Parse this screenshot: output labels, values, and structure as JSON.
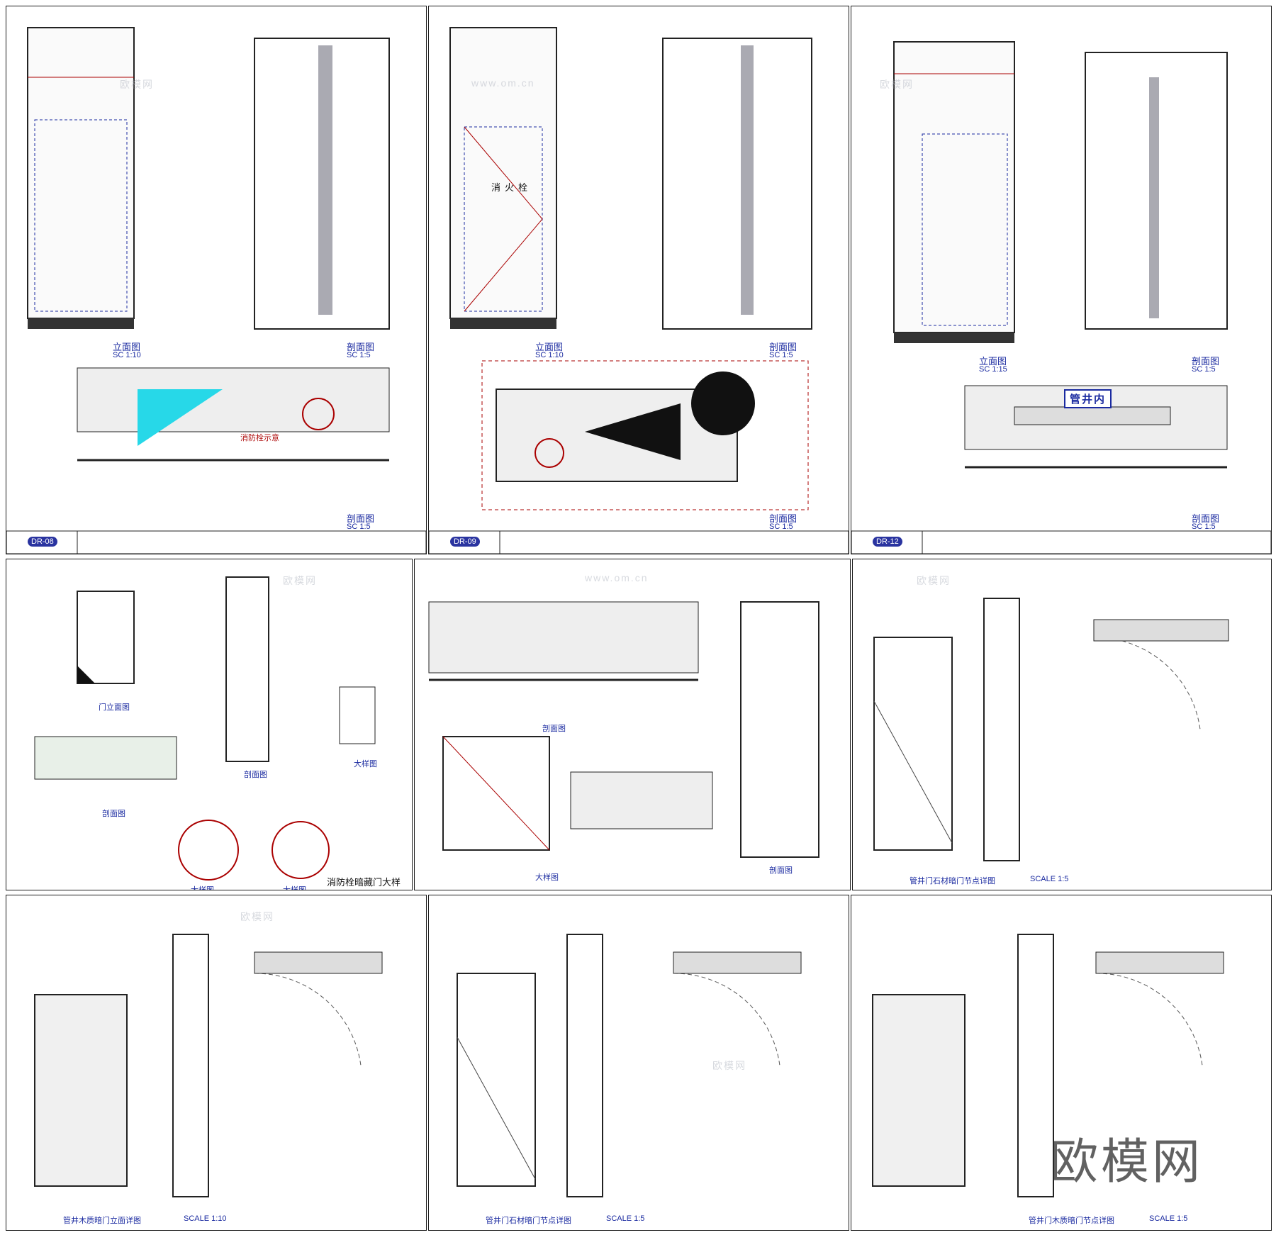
{
  "watermarks": {
    "site": "www.om.cn",
    "brand_small": "欧模网",
    "brand_large": "欧模网"
  },
  "sheets": [
    {
      "code": "DR-08",
      "drawings": [
        "立面图",
        "剖面图",
        "剖面图"
      ],
      "tag": "消防栓示意",
      "scales": [
        "SC 1:10",
        "SC 1:5",
        "SC 1:5"
      ]
    },
    {
      "code": "DR-09",
      "drawings": [
        "立面图",
        "剖面图",
        "剖面图"
      ],
      "tag": "消火栓",
      "scales": [
        "SC 1:10",
        "SC 1:5",
        "SC 1:5"
      ]
    },
    {
      "code": "DR-12",
      "drawings": [
        "立面图",
        "剖面图",
        "剖面图"
      ],
      "tag": "管井内",
      "scales": [
        "SC 1:15",
        "SC 1:5",
        "SC 1:5"
      ]
    },
    {
      "title": "消防栓暗藏门大样",
      "drawings": [
        "门立面图",
        "剖面图",
        "剖面图",
        "大样图",
        "大样图",
        "大样图"
      ]
    },
    {
      "drawings": [
        "剖面图",
        "剖面图",
        "大样图"
      ]
    },
    {
      "title": "管井门石材暗门节点详图",
      "scale": "SCALE 1:5"
    },
    {
      "title": "管井木质暗门立面详图",
      "scale": "SCALE 1:10"
    },
    {
      "title": "管井门石材暗门节点详图",
      "scale": "SCALE 1:5"
    },
    {
      "title": "管井门木质暗门节点详图",
      "scale": "SCALE 1:5"
    }
  ]
}
